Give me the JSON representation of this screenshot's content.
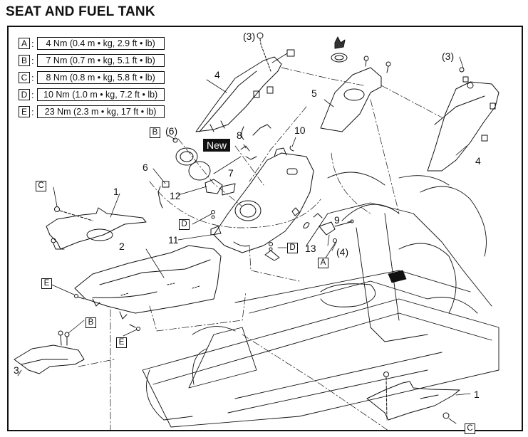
{
  "page": {
    "title": "SEAT AND FUEL TANK"
  },
  "torque_specs": [
    {
      "key": "A",
      "value": "4 Nm (0.4 m • kg, 2.9 ft • lb)"
    },
    {
      "key": "B",
      "value": "7 Nm (0.7 m • kg, 5.1 ft • lb)"
    },
    {
      "key": "C",
      "value": "8 Nm (0.8 m • kg, 5.8 ft • lb)"
    },
    {
      "key": "D",
      "value": "10 Nm (1.0 m • kg, 7.2 ft • lb)"
    },
    {
      "key": "E",
      "value": "23 Nm (2.3 m • kg, 17 ft • lb)"
    }
  ],
  "callouts": {
    "c1_left": "1",
    "c1_right": "1",
    "c2": "2",
    "c3": "3",
    "c3_qty_left": "(3)",
    "c3_qty_right": "(3)",
    "c4_left": "4",
    "c4_right": "4",
    "c4_qty": "(4)",
    "c5": "5",
    "c6": "6",
    "c6_qty": "(6)",
    "c7": "7",
    "c8": "8",
    "c9": "9",
    "c10": "10",
    "c11": "11",
    "c12": "12",
    "c13": "13"
  },
  "torque_keys": {
    "c_left": "C",
    "c_right": "C",
    "b_fuel": "B",
    "b_rear": "B",
    "d_left": "D",
    "d_right": "D",
    "a_sensor": "A",
    "e_seat": "E",
    "e_lower": "E"
  },
  "badges": {
    "new": "New"
  }
}
